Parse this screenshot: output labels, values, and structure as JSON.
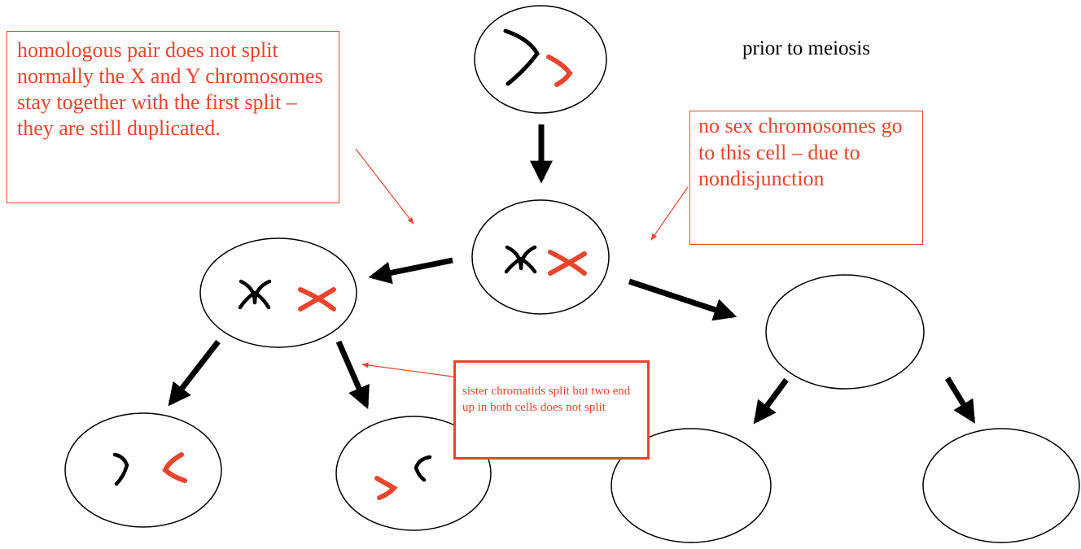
{
  "labels": {
    "prior": "prior to meiosis"
  },
  "notes": {
    "homologous": "homologous pair does not split normally the X and Y chromosomes stay together with the first split – they are still duplicated.",
    "nosex": "no sex chromosomes go to this cell – due to nondisjunction",
    "sister": "sister chromatids split but two end up in both cells does not split"
  },
  "colors": {
    "annotation": "#e8452c",
    "chromosome_x": "#000000",
    "chromosome_y": "#e8452c",
    "outline": "#000000"
  },
  "cells": [
    {
      "id": "parent",
      "contents": "X and Y chromosomes, unduplicated"
    },
    {
      "id": "after-s-phase",
      "contents": "X and Y chromosomes, duplicated"
    },
    {
      "id": "meiosis1-left",
      "contents": "X and Y chromosomes, duplicated"
    },
    {
      "id": "meiosis1-right",
      "contents": "no sex chromosomes"
    },
    {
      "id": "gamete-1",
      "contents": "X and Y chromatids"
    },
    {
      "id": "gamete-2",
      "contents": "X and Y chromatids"
    },
    {
      "id": "gamete-3",
      "contents": "empty"
    },
    {
      "id": "gamete-4",
      "contents": "empty"
    }
  ]
}
